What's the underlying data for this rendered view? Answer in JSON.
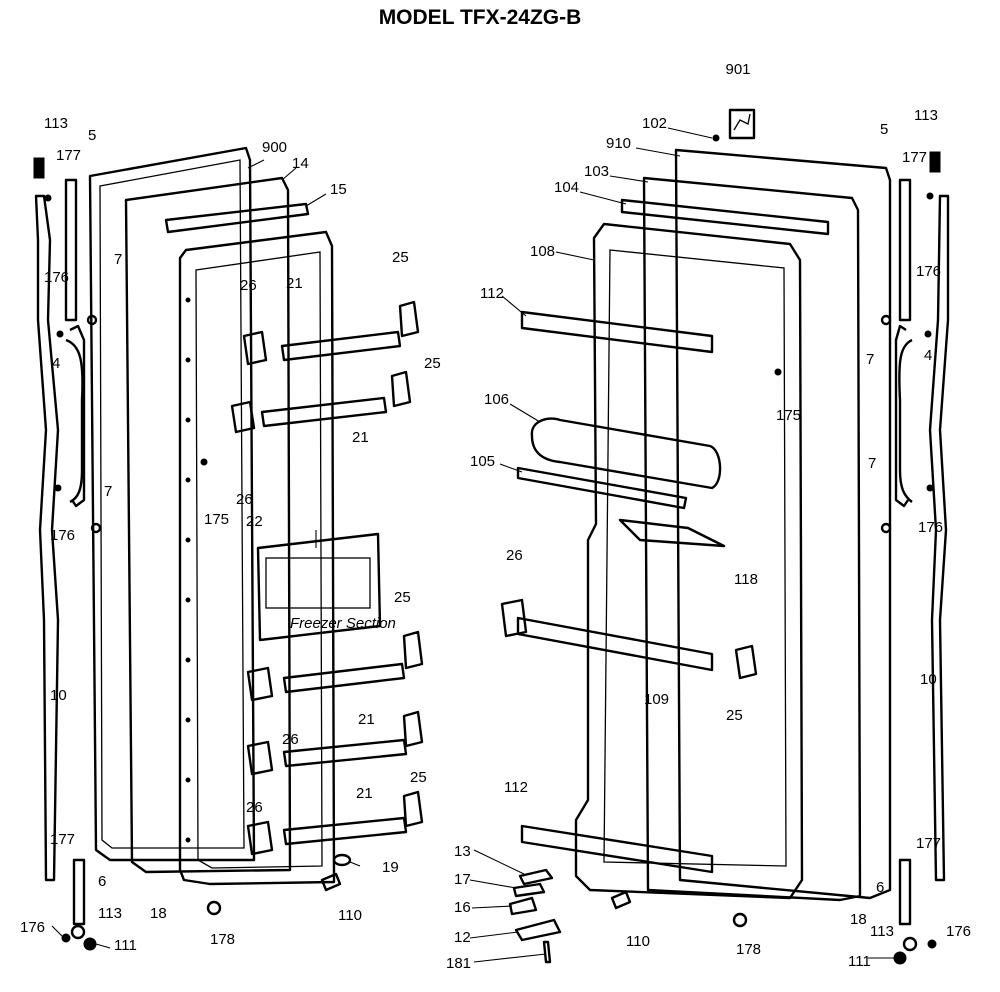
{
  "title": "MODEL TFX-24ZG-B",
  "panel_label": "Freezer Section",
  "labels": [
    {
      "id": "lbl-901",
      "text": "901"
    },
    {
      "id": "lbl-102",
      "text": "102"
    },
    {
      "id": "lbl-910",
      "text": "910"
    },
    {
      "id": "lbl-103",
      "text": "103"
    },
    {
      "id": "lbl-104",
      "text": "104"
    },
    {
      "id": "lbl-108",
      "text": "108"
    },
    {
      "id": "lbl-112a",
      "text": "112"
    },
    {
      "id": "lbl-106",
      "text": "106"
    },
    {
      "id": "lbl-105",
      "text": "105"
    },
    {
      "id": "lbl-118",
      "text": "118"
    },
    {
      "id": "lbl-26r",
      "text": "26"
    },
    {
      "id": "lbl-109",
      "text": "109"
    },
    {
      "id": "lbl-25r",
      "text": "25"
    },
    {
      "id": "lbl-112b",
      "text": "112"
    },
    {
      "id": "lbl-175r",
      "text": "175"
    },
    {
      "id": "lbl-13",
      "text": "13"
    },
    {
      "id": "lbl-17",
      "text": "17"
    },
    {
      "id": "lbl-16",
      "text": "16"
    },
    {
      "id": "lbl-12",
      "text": "12"
    },
    {
      "id": "lbl-181",
      "text": "181"
    },
    {
      "id": "lbl-110r",
      "text": "110"
    },
    {
      "id": "lbl-178r",
      "text": "178"
    },
    {
      "id": "lbl-113l",
      "text": "113"
    },
    {
      "id": "lbl-5l",
      "text": "5"
    },
    {
      "id": "lbl-177la",
      "text": "177"
    },
    {
      "id": "lbl-900",
      "text": "900"
    },
    {
      "id": "lbl-14",
      "text": "14"
    },
    {
      "id": "lbl-15",
      "text": "15"
    },
    {
      "id": "lbl-176la",
      "text": "176"
    },
    {
      "id": "lbl-7la",
      "text": "7"
    },
    {
      "id": "lbl-4l",
      "text": "4"
    },
    {
      "id": "lbl-7lb",
      "text": "7"
    },
    {
      "id": "lbl-176lb",
      "text": "176"
    },
    {
      "id": "lbl-25a",
      "text": "25"
    },
    {
      "id": "lbl-26a",
      "text": "26"
    },
    {
      "id": "lbl-21a",
      "text": "21"
    },
    {
      "id": "lbl-25b",
      "text": "25"
    },
    {
      "id": "lbl-21b",
      "text": "21"
    },
    {
      "id": "lbl-26b",
      "text": "26"
    },
    {
      "id": "lbl-175l",
      "text": "175"
    },
    {
      "id": "lbl-22",
      "text": "22"
    },
    {
      "id": "lbl-25c",
      "text": "25"
    },
    {
      "id": "lbl-26c",
      "text": "26"
    },
    {
      "id": "lbl-21c",
      "text": "21"
    },
    {
      "id": "lbl-25d",
      "text": "25"
    },
    {
      "id": "lbl-26d",
      "text": "26"
    },
    {
      "id": "lbl-21d",
      "text": "21"
    },
    {
      "id": "lbl-10l",
      "text": "10"
    },
    {
      "id": "lbl-177lb",
      "text": "177"
    },
    {
      "id": "lbl-6l",
      "text": "6"
    },
    {
      "id": "lbl-176lc",
      "text": "176"
    },
    {
      "id": "lbl-113lb",
      "text": "113"
    },
    {
      "id": "lbl-111l",
      "text": "111"
    },
    {
      "id": "lbl-18l",
      "text": "18"
    },
    {
      "id": "lbl-178l",
      "text": "178"
    },
    {
      "id": "lbl-19",
      "text": "19"
    },
    {
      "id": "lbl-110l",
      "text": "110"
    },
    {
      "id": "lbl-113r",
      "text": "113"
    },
    {
      "id": "lbl-5r",
      "text": "5"
    },
    {
      "id": "lbl-177ra",
      "text": "177"
    },
    {
      "id": "lbl-176ra",
      "text": "176"
    },
    {
      "id": "lbl-7ra",
      "text": "7"
    },
    {
      "id": "lbl-4r",
      "text": "4"
    },
    {
      "id": "lbl-7rb",
      "text": "7"
    },
    {
      "id": "lbl-176rb",
      "text": "176"
    },
    {
      "id": "lbl-10r",
      "text": "10"
    },
    {
      "id": "lbl-177rb",
      "text": "177"
    },
    {
      "id": "lbl-6r",
      "text": "6"
    },
    {
      "id": "lbl-18r",
      "text": "18"
    },
    {
      "id": "lbl-113rb",
      "text": "113"
    },
    {
      "id": "lbl-176rc",
      "text": "176"
    },
    {
      "id": "lbl-111r",
      "text": "111"
    }
  ]
}
